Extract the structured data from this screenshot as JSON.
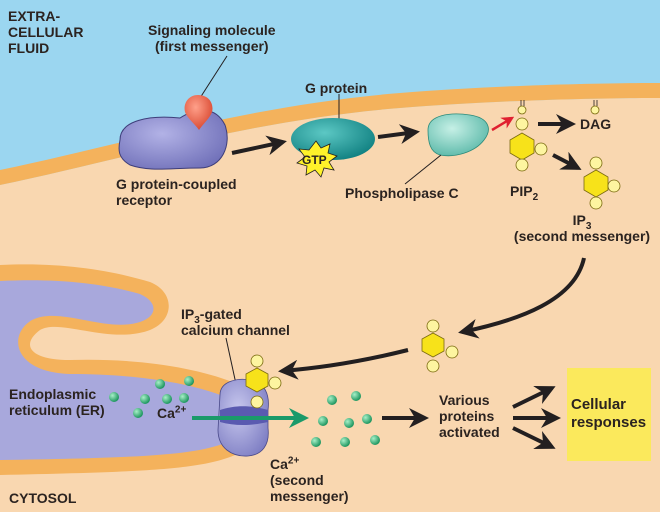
{
  "regions": {
    "extracellular": {
      "line1": "EXTRA-",
      "line2": "CELLULAR",
      "line3": "FLUID"
    },
    "cytosol": "CYTOSOL"
  },
  "labels": {
    "signaling_molecule": {
      "line1": "Signaling molecule",
      "line2": "(first messenger)"
    },
    "g_protein": "G protein",
    "gtp": "GTP",
    "gpcr": {
      "line1": "G protein-coupled",
      "line2": "receptor"
    },
    "phospholipase_c": "Phospholipase C",
    "dag": "DAG",
    "pip2": {
      "base": "PIP",
      "sub": "2"
    },
    "ip3": {
      "base": "IP",
      "sub": "3",
      "line2": "(second messenger)"
    },
    "ip3_channel": {
      "base": "IP",
      "sub": "3",
      "rest": "-gated",
      "line2": "calcium channel"
    },
    "er": {
      "line1": "Endoplasmic",
      "line2": "reticulum (ER)"
    },
    "ca_inside": {
      "base": "Ca",
      "sup": "2+"
    },
    "ca_released": {
      "base": "Ca",
      "sup": "2+",
      "line2": "(second",
      "line3": "messenger)"
    },
    "various_proteins": {
      "line1": "Various",
      "line2": "proteins",
      "line3": "activated"
    },
    "cellular_responses": {
      "line1": "Cellular",
      "line2": "responses"
    }
  },
  "colors": {
    "extracellular": "#9bd6f0",
    "membrane": "#f4b25c",
    "cytosol": "#f9d7b0",
    "receptor": "#8f8fd0",
    "signal_molecule": "#e8604a",
    "g_protein": "#1fa3a0",
    "phospholipase": "#8fd8c8",
    "gtp_burst": "#fff22a",
    "hexagon": "#f7e21a",
    "phosphate": "#fdf5a0",
    "calcium": "#2aa86a",
    "ca_arrow": "#1a9a6a",
    "activation_arrow": "#e02030",
    "response_box": "#fbe95c",
    "er": "#a8a8dc"
  }
}
